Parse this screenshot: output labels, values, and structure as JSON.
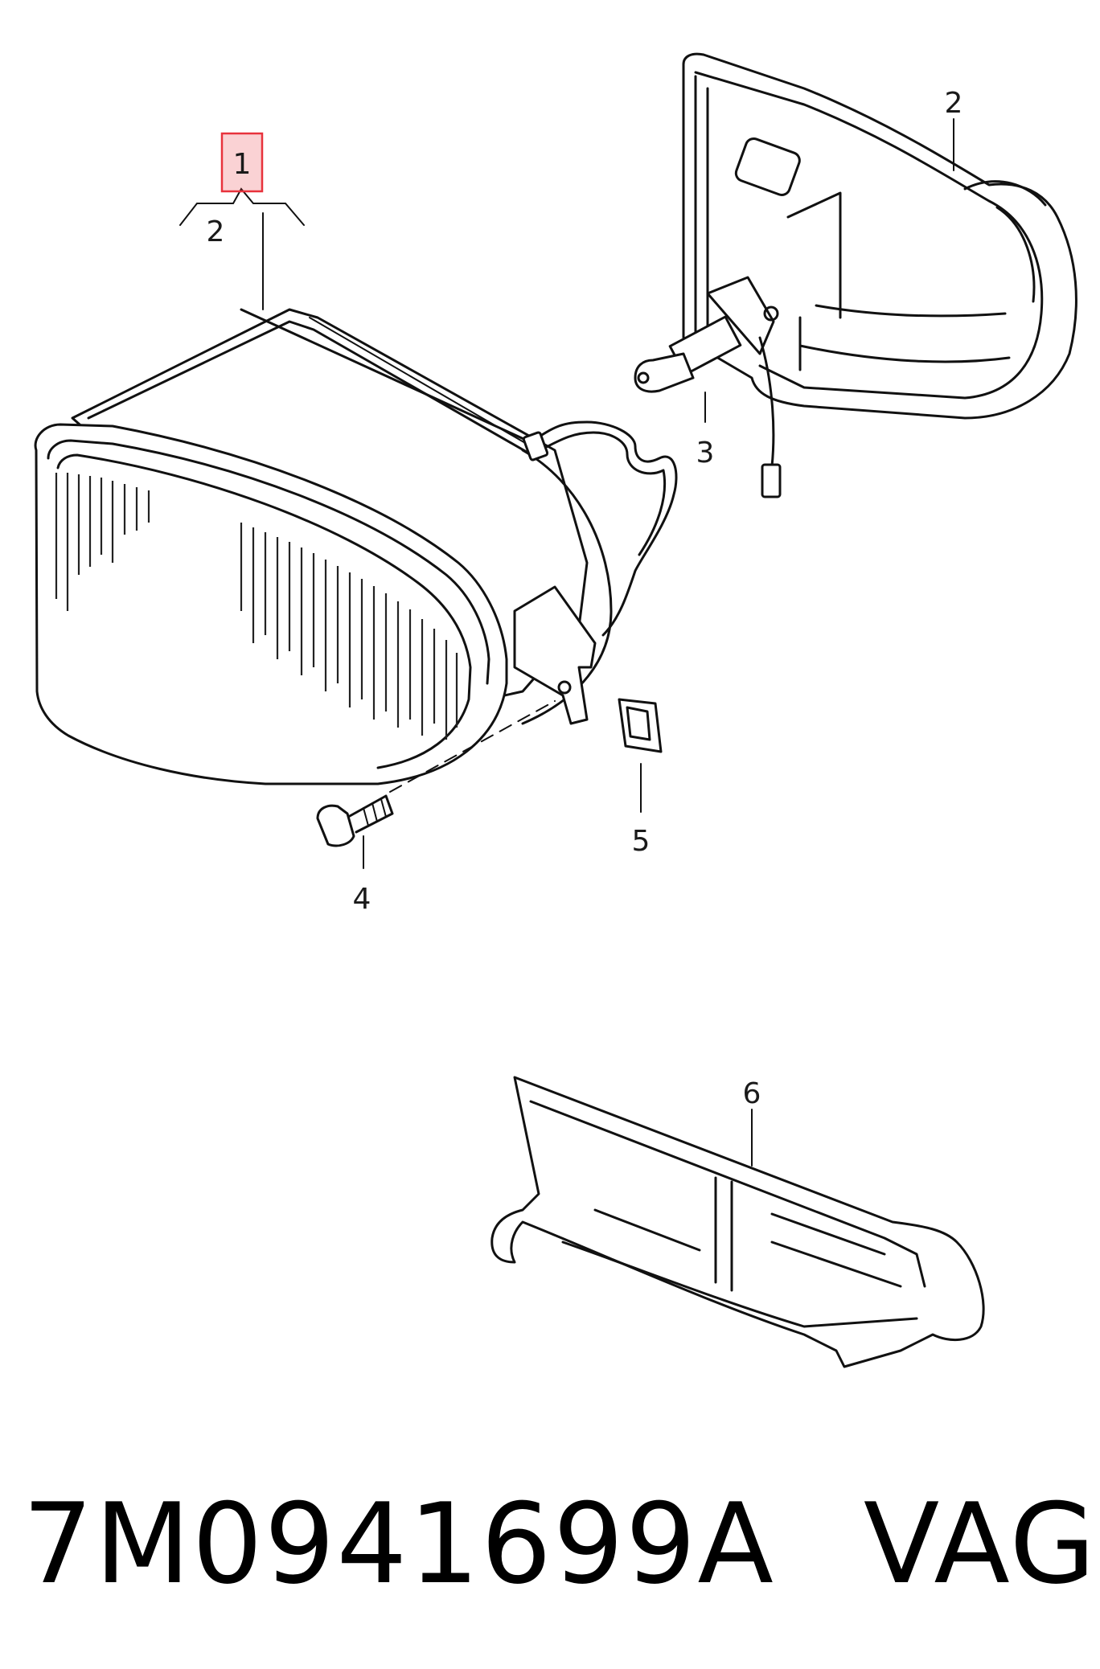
{
  "diagram": {
    "highlight_color": "#e8323c",
    "callouts": {
      "item_1": "1",
      "item_2_group": "2",
      "item_2": "2",
      "item_3": "3",
      "item_4": "4",
      "item_5": "5",
      "item_6": "6"
    }
  },
  "caption": {
    "part_number": "7M0941699A",
    "brand": "VAG"
  }
}
